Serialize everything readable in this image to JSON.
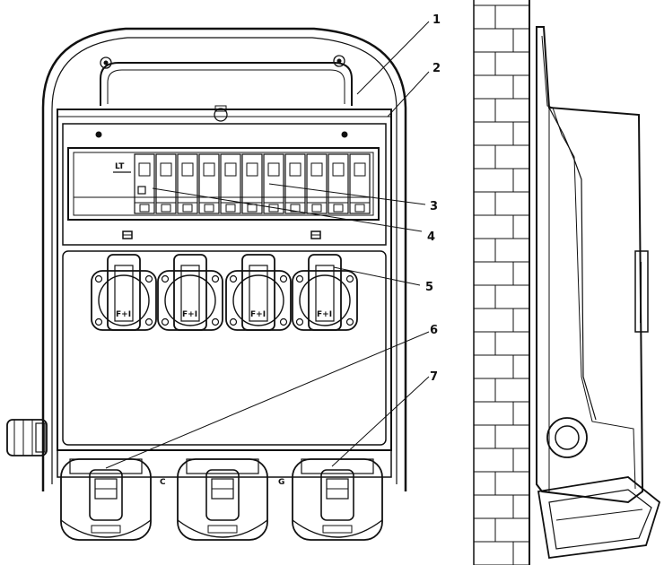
{
  "callouts": [
    {
      "label": "1"
    },
    {
      "label": "2"
    },
    {
      "label": "3"
    },
    {
      "label": "4"
    },
    {
      "label": "5"
    },
    {
      "label": "6"
    },
    {
      "label": "7"
    }
  ],
  "socket_labels": [
    "F+I",
    "F+I",
    "F+I",
    "F+I"
  ],
  "breaker_mark": "LT",
  "bottom_socket_marks": [
    "C",
    "G"
  ]
}
